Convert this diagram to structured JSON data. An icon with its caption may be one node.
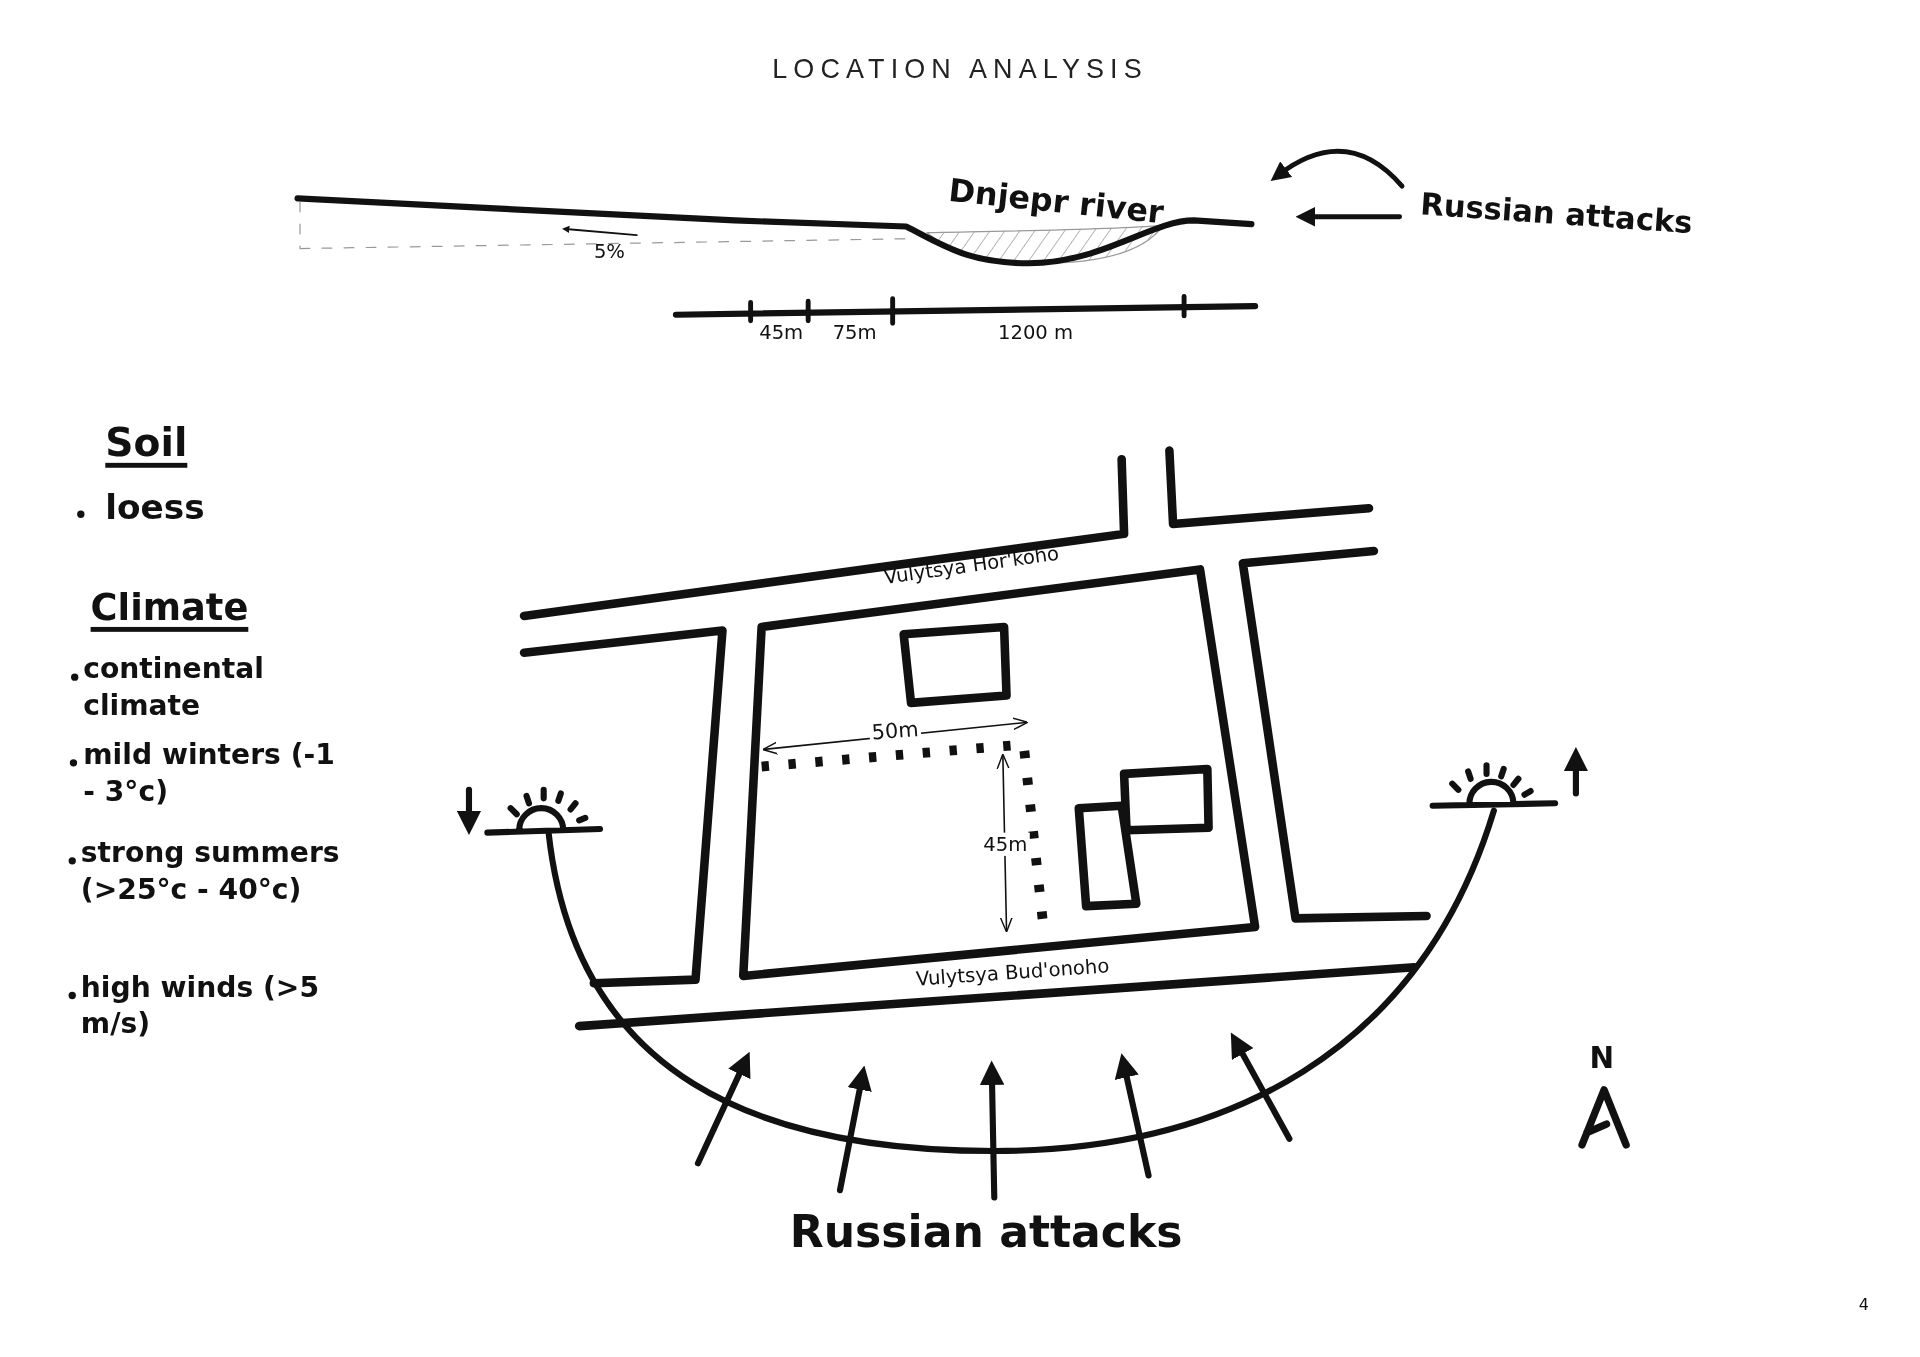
{
  "diagram": {
    "title": "LOCATION ANALYSIS",
    "labels": [
      "Dnjepr river",
      "5%",
      "Russian attacks",
      "45m",
      "75m",
      "1200 m",
      "Soil",
      "loess",
      "Climate",
      "continental climate",
      "mild winters (-1 - 3°c)",
      "strong summers (>25°c - 40°c)",
      "high winds (>5 m/s)",
      "Vulytsya Hor'koho",
      "50m",
      "45m",
      "Vulytsya Bud'onoho",
      "Russian attacks",
      "N",
      "4"
    ]
  }
}
